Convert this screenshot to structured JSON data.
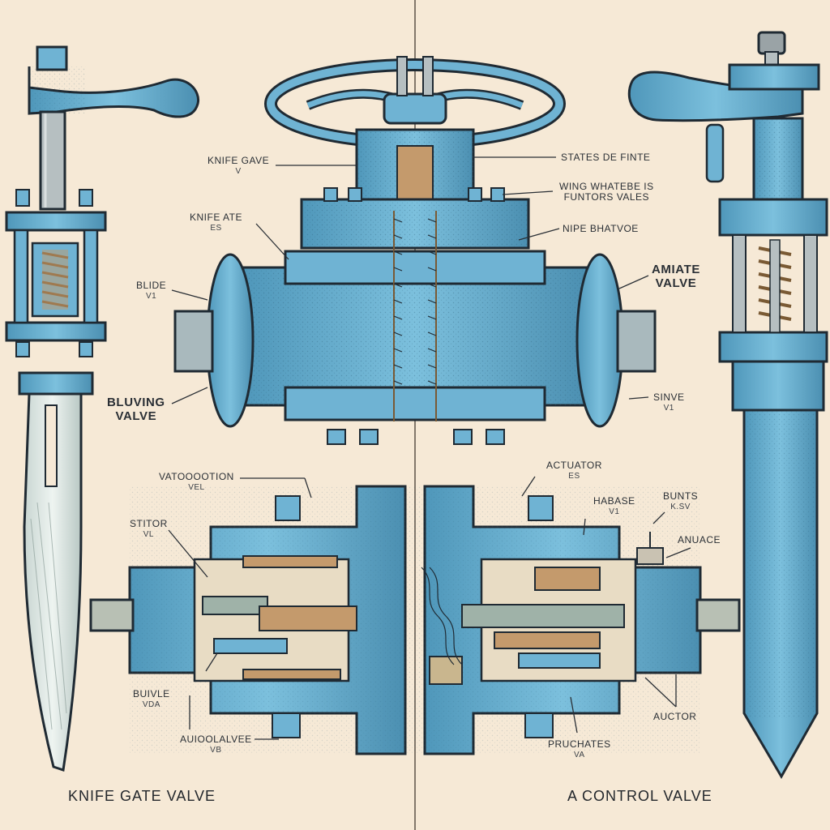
{
  "colors": {
    "background": "#f6e9d6",
    "metal_blue": "#6fb3d3",
    "metal_dark": "#3f7f9e",
    "outline": "#1f2a33",
    "bronze": "#c49a6c",
    "blade": "#dfe8e4"
  },
  "titles": {
    "left": "KNIFE GATE VALVE",
    "right": "A CONTROL  VALVE"
  },
  "labels": {
    "knife_gave": {
      "main": "KNIFE GAVE",
      "sub": "V"
    },
    "knife_ate": {
      "main": "KNIFE ATE",
      "sub": "ES"
    },
    "blide": {
      "main": "BLIDE",
      "sub": "V1"
    },
    "bluving_valve": {
      "main": "BLUVING",
      "main2": "VALVE"
    },
    "states_de_finte": {
      "main": "STATES DE FINTE"
    },
    "wing_whatebe": {
      "main": "WING WHATEBE IS",
      "main2": "FUNTORS VALES"
    },
    "nipe_bhatvoe": {
      "main": "NIPE BHATVOE"
    },
    "amiate_valve": {
      "main": "AMIATE",
      "main2": "VALVE"
    },
    "sinve": {
      "main": "SINVE",
      "sub": "V1"
    },
    "vatooootion": {
      "main": "VATOOOOTION",
      "sub": "VEL"
    },
    "stitor": {
      "main": "STITOR",
      "sub": "VL"
    },
    "buivle": {
      "main": "BUIVLE",
      "sub": "VDA"
    },
    "auioolalvee": {
      "main": "AUIOOLALVEE",
      "sub": "VB"
    },
    "actuator": {
      "main": "ACTUATOR",
      "sub": "ES"
    },
    "habase": {
      "main": "HABASE",
      "sub": "V1"
    },
    "bunts": {
      "main": "BUNTS",
      "sub": "K.SV"
    },
    "anuace": {
      "main": "ANUACE"
    },
    "auctor": {
      "main": "AUCTOR"
    },
    "pruchates": {
      "main": "PRUCHATES",
      "sub": "VA"
    }
  }
}
